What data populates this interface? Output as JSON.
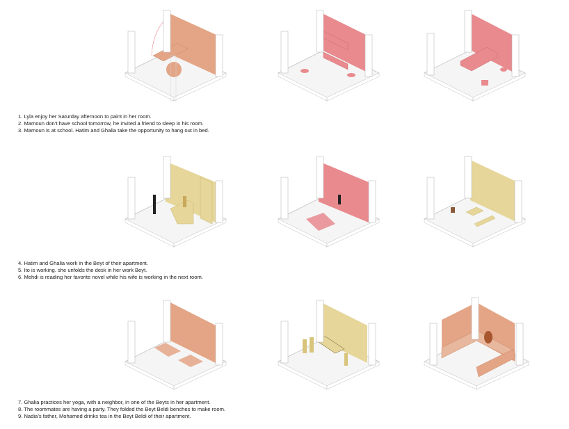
{
  "colors": {
    "peach": "#e3a586",
    "pink": "#e88a8e",
    "ochre": "#e6d69a",
    "floor": "#f5f5f5",
    "line": "#bdbdbd"
  },
  "rows": [
    {
      "scenes": [
        {
          "number": 1,
          "wall_color": "peach",
          "layout": "corner-bed-table"
        },
        {
          "number": 2,
          "wall_color": "pink",
          "layout": "bunk-beds"
        },
        {
          "number": 3,
          "wall_color": "pink",
          "layout": "double-bed"
        }
      ],
      "captions": [
        "1. Lyla enjoy her Saturday afternoon to paint in her room.",
        "2. Mamoun don’t have school tomorrow, he invited a friend  to sleep in his room.",
        "3. Mamoun is at school. Hatim and Ghalia take the opportunity to hang out in bed."
      ]
    },
    {
      "scenes": [
        {
          "number": 4,
          "wall_color": "ochre",
          "layout": "work-desk-duo"
        },
        {
          "number": 5,
          "wall_color": "pink",
          "layout": "unfolded-desk"
        },
        {
          "number": 6,
          "wall_color": "ochre",
          "layout": "reading-lounge"
        }
      ],
      "captions": [
        "4. Hatim and Ghalia work in the Beyt of their apartment.",
        "5. Ito is working. she unfolds the desk in her work Beyt.",
        "6. Mehdi is reading her favorite novel while his wife is working in the next room."
      ]
    },
    {
      "scenes": [
        {
          "number": 7,
          "wall_color": "peach",
          "layout": "yoga-mats"
        },
        {
          "number": 8,
          "wall_color": "ochre",
          "layout": "party"
        },
        {
          "number": 9,
          "wall_color": "peach",
          "layout": "beyt-beldi-benches"
        }
      ],
      "captions": [
        "7. Ghalia practices her yoga, with a neighbor, in one of the Beyts in her apartment.",
        "8. The roommates are having a party. They folded the Beyt Beldi benches to make room.",
        "9. Nadia’s father, Mohamed drinks tea in the Beyt Beldi of their apartment."
      ]
    }
  ]
}
